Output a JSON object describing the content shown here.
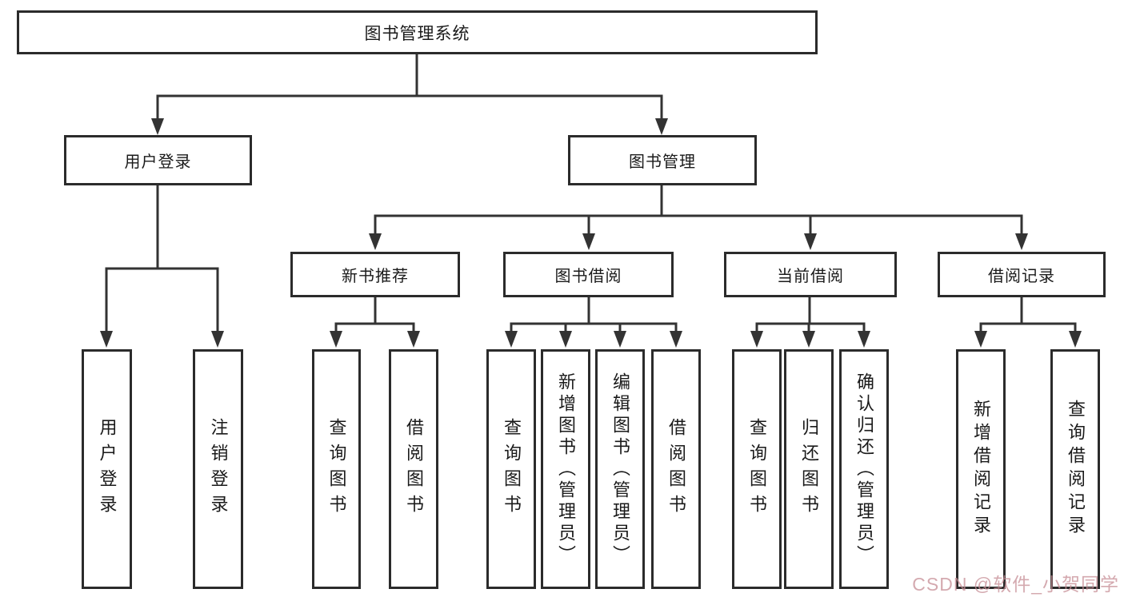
{
  "root": {
    "label": "图书管理系统"
  },
  "branches": {
    "user": {
      "label": "用户登录",
      "leaves": [
        "用户登录",
        "注销登录"
      ]
    },
    "book": {
      "label": "图书管理",
      "groups": [
        {
          "label": "新书推荐",
          "leaves": [
            "查询图书",
            "借阅图书"
          ]
        },
        {
          "label": "图书借阅",
          "leaves": [
            "查询图书",
            "新增图书（管理员）",
            "编辑图书（管理员）",
            "借阅图书"
          ]
        },
        {
          "label": "当前借阅",
          "leaves": [
            "查询图书",
            "归还图书",
            "确认归还（管理员）"
          ]
        },
        {
          "label": "借阅记录",
          "leaves": [
            "新增借阅记录",
            "查询借阅记录"
          ]
        }
      ]
    }
  },
  "watermark": {
    "text": "CSDN @软件_小贺同学",
    "color": "#c58c94"
  },
  "colors": {
    "line": "#333333",
    "box_border": "#2b2b2b",
    "box_fill": "#ffffff",
    "text": "#1a1a1a",
    "background": "#ffffff"
  }
}
